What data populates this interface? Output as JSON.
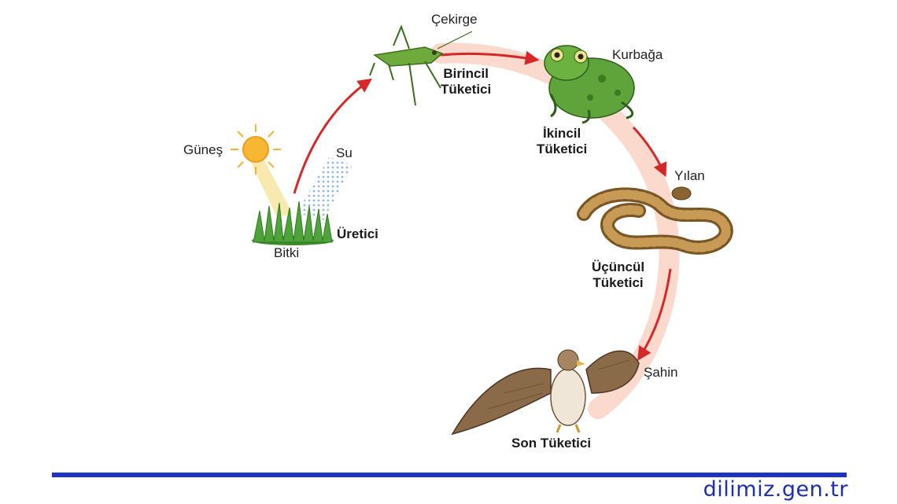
{
  "labels": {
    "sun": "Güneş",
    "water": "Su",
    "plant": "Bitki",
    "producer": "Üretici",
    "grasshopper": "Çekirge",
    "primary_line1": "Birincil",
    "primary_line2": "Tüketici",
    "frog": "Kurbağa",
    "secondary_line1": "İkincil",
    "secondary_line2": "Tüketici",
    "snake": "Yılan",
    "tertiary_line1": "Üçüncül",
    "tertiary_line2": "Tüketici",
    "hawk": "Şahin",
    "final_consumer": "Son Tüketici"
  },
  "watermark": "dilimiz.gen.tr",
  "colors": {
    "arrow": "#d62828",
    "band": "#fbd9cc",
    "footer_rule": "#1d33c4",
    "watermark": "#1d2fb0"
  },
  "illustrations": [
    "sun-icon",
    "water-drops",
    "grass",
    "grasshopper",
    "frog",
    "snake",
    "hawk"
  ]
}
